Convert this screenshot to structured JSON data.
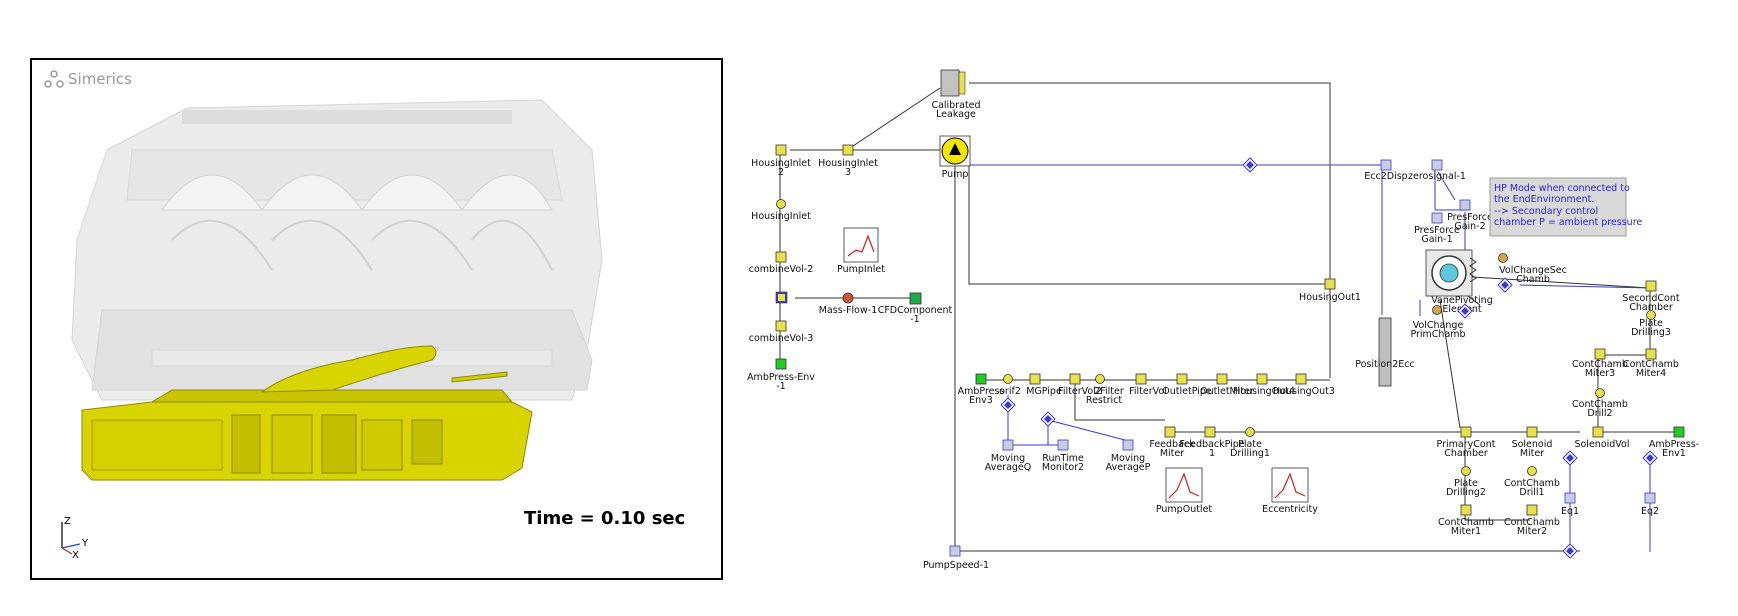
{
  "viewer": {
    "logo_text": "Simerics",
    "time_label": "Time = 0.10 sec",
    "axis_z": "Z",
    "axis_y": "Y",
    "axis_x": "X",
    "colors": {
      "pump_body": "#d8d400",
      "ghost": "#dcdcdc"
    }
  },
  "sketch": {
    "components": {
      "calibrated_leakage": [
        "Calibrated",
        "Leakage"
      ],
      "housing_inlet_2": [
        "HousingInlet",
        "2"
      ],
      "housing_inlet_3": [
        "HousingInlet",
        "3"
      ],
      "pump": "Pump",
      "housing_inlet": "HousingInlet",
      "combine_vol_2": "combineVol-2",
      "pump_inlet_plot": "PumpInlet",
      "mass_flow_1": "Mass-Flow-1",
      "cfd_component": [
        "CFDComponent",
        "-1"
      ],
      "combine_vol_3": "combineVol-3",
      "amb_press_env": [
        "AmbPress-Env",
        "-1"
      ],
      "ecc2disp": "Ecc2Disp",
      "zerosignal": "zerosignal-1",
      "pres_force_gain_2": [
        "PresForce",
        "Gain-2"
      ],
      "pres_force_gain_1": [
        "PresForce",
        "Gain-1"
      ],
      "vol_change_sec": [
        "VolChangeSec",
        "Chamb"
      ],
      "vane_pivoting": [
        "VanePivoting",
        "Element"
      ],
      "vol_change_prim": [
        "VolChange",
        "PrimChamb"
      ],
      "housing_out1": "HousingOut1",
      "position2ecc": "Position2Ecc",
      "second_cont_chamber": [
        "SecondCont",
        "Chamber"
      ],
      "plate_drilling3": [
        "Plate",
        "Drilling3"
      ],
      "cont_chamb_miter3": [
        "ContChamb",
        "Miter3"
      ],
      "cont_chamb_miter4": [
        "ContChamb",
        "Miter4"
      ],
      "cont_chamb_drill2": [
        "ContChamb",
        "Drill2"
      ],
      "amb_press_env3": [
        "AmbPress",
        "Env3"
      ],
      "outlet_chain": [
        "orif2",
        "MGPipe",
        "FilterVol2",
        "2Filter",
        "FilterVol",
        "OutletPipe",
        "OutletMiter",
        "HousingOut4",
        "HousingOut3"
      ],
      "filter_restrict": "Restrict",
      "moving_average_q": [
        "Moving",
        "AverageQ"
      ],
      "runtime_monitor2": [
        "RunTime",
        "Monitor2"
      ],
      "moving_average_p": [
        "Moving",
        "AverageP"
      ],
      "feedback_miter": [
        "Feedback",
        "Miter"
      ],
      "feedback_pipe_1": [
        "FeedbackPipe",
        "1"
      ],
      "plate_drilling1": [
        "Plate",
        "Drilling1"
      ],
      "pump_outlet_plot": "PumpOutlet",
      "eccentricity_plot": "Eccentricity",
      "primary_cont_chamber": [
        "PrimaryCont",
        "Chamber"
      ],
      "solenoid_miter": [
        "Solenoid",
        "Miter"
      ],
      "solenoid_vol": "SolenoidVol",
      "amb_press_env1": [
        "AmbPress-",
        "Env1"
      ],
      "plate_drilling2": [
        "Plate",
        "Drilling2"
      ],
      "cont_chamb_drill1": [
        "ContChamb",
        "Drill1"
      ],
      "eq1": "Eq1",
      "eq2": "Eq2",
      "cont_chamb_miter1": [
        "ContChamb",
        "Miter1"
      ],
      "cont_chamb_miter2": [
        "ContChamb",
        "Miter2"
      ],
      "pump_speed": "PumpSpeed-1"
    },
    "note": [
      "HP Mode when connected to",
      "the EndEnvironment.",
      "--> Secondary control",
      "chamber P = ambient pressure"
    ],
    "colors": {
      "block": "#e8e04a",
      "signal": "#3a3ad8",
      "wire": "#333333",
      "note_bg": "#d9d9d9",
      "note_text": "#2727d6",
      "source": "#22cc22"
    }
  }
}
